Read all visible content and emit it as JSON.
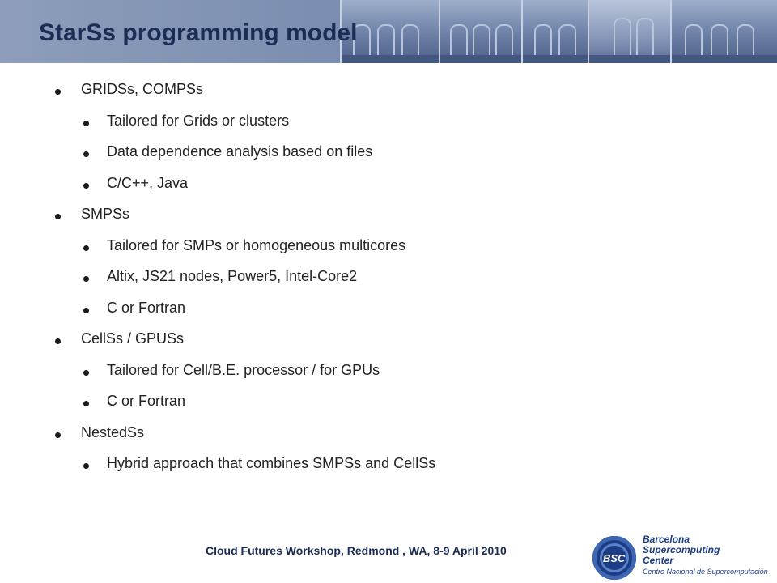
{
  "slide": {
    "title": "StarSs programming model",
    "outline": [
      {
        "text": "GRIDSs, COMPSs",
        "level": 1
      },
      {
        "text": "Tailored for Grids or clusters",
        "level": 2
      },
      {
        "text": "Data dependence analysis based on files",
        "level": 2
      },
      {
        "text": "C/C++,  Java",
        "level": 2
      },
      {
        "text": "SMPSs",
        "level": 1
      },
      {
        "text": "Tailored for SMPs or homogeneous multicores",
        "level": 2
      },
      {
        "text": "Altix, JS21 nodes, Power5, Intel-Core2",
        "level": 2
      },
      {
        "text": "C or Fortran",
        "level": 2
      },
      {
        "text": "CellSs / GPUSs",
        "level": 1
      },
      {
        "text": "Tailored for Cell/B.E. processor / for GPUs",
        "level": 2
      },
      {
        "text": "C or Fortran",
        "level": 2
      },
      {
        "text": "NestedSs",
        "level": 1
      },
      {
        "text": "Hybrid approach that combines SMPSs and CellSs",
        "level": 2
      }
    ],
    "footer": "Cloud Futures Workshop, Redmond , WA, 8-9 April 2010"
  },
  "logo": {
    "abbr": "BSC",
    "line1": "Barcelona",
    "line2": "Supercomputing",
    "line3": "Center",
    "subtitle": "Centro Nacional de Supercomputación"
  },
  "colors": {
    "title": "#1b2c55",
    "header": "#7d8fb0",
    "logo": "#1c3c86"
  }
}
